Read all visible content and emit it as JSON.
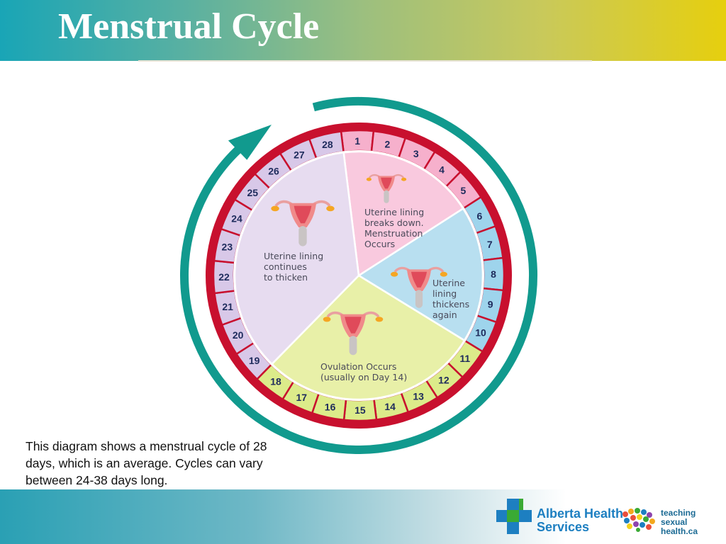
{
  "header": {
    "title": "Menstrual Cycle"
  },
  "diagram": {
    "day_labels": [
      "1",
      "2",
      "3",
      "4",
      "5",
      "6",
      "7",
      "8",
      "9",
      "10",
      "11",
      "12",
      "13",
      "14",
      "15",
      "16",
      "17",
      "18",
      "19",
      "20",
      "21",
      "22",
      "23",
      "24",
      "25",
      "26",
      "27",
      "28"
    ],
    "phases": [
      {
        "lines": [
          "Uterine lining",
          "breaks down.",
          "Menstruation",
          "Occurs"
        ],
        "color": "#f9c9de",
        "ring_color": "#f6b0cc"
      },
      {
        "lines": [
          "Uterine",
          "lining",
          "thickens",
          "again"
        ],
        "color": "#b8dff0",
        "ring_color": "#9ed4ec"
      },
      {
        "lines": [
          "Ovulation Occurs",
          "(usually on Day 14)"
        ],
        "color": "#e8f0a8",
        "ring_color": "#dceb8a"
      },
      {
        "lines": [
          "Uterine lining",
          "continues",
          "to thicken"
        ],
        "color": "#e7dcf0",
        "ring_color": "#d8c8e8"
      }
    ],
    "rim_color": "#c8102e",
    "arrow_color": "#119a8e"
  },
  "caption": "This diagram shows a menstrual cycle of 28 days, which is an average. Cycles can vary between 24-38 days long.",
  "footer": {
    "logo_line1": "Alberta Health",
    "logo_line2": "Services",
    "tsh_line1": "teaching",
    "tsh_line2": "sexual",
    "tsh_line3": "health.ca"
  }
}
